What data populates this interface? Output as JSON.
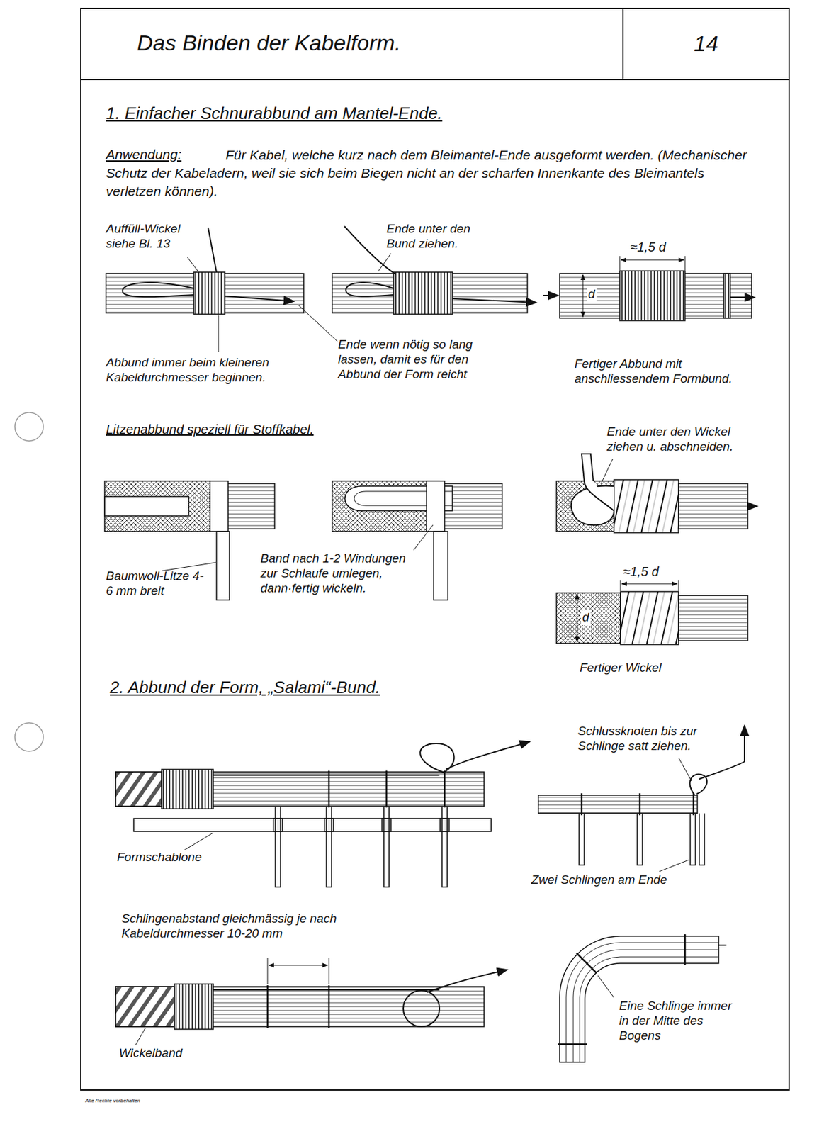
{
  "diagram": {
    "title": "Das Binden der Kabelform.",
    "labels": [
      "14",
      "1. Einfacher Schnurabbund am Mantel-Ende.",
      "Anwendung:",
      "Für Kabel, welche kurz nach dem Bleimantel-Ende ausgeformt werden. (Mechanischer Schutz der Kabeladern, weil sie sich beim Biegen nicht an der scharfen Innenkante des Bleimantels verletzen können).",
      "Auffüll-Wickel siehe Bl. 13",
      "Ende unter den Bund ziehen.",
      "≈1,5 d",
      "d",
      "Abbund immer beim kleineren Kabeldurchmesser beginnen.",
      "Ende wenn nötig so lang lassen, damit es für den Abbund der Form reicht",
      "Fertiger Abbund mit anschliessendem Formbund.",
      "Litzenabbund speziell für Stoffkabel.",
      "Ende unter den Wickel ziehen u. abschneiden.",
      "Baumwoll-Litze 4-6 mm breit",
      "Band nach 1-2 Windungen zur Schlaufe umlegen, dann·fertig wickeln.",
      "≈1,5 d",
      "d",
      "Fertiger Wickel",
      "2. Abbund der Form, „Salami“-Bund.",
      "Schlussknoten bis zur Schlinge satt ziehen.",
      "Formschablone",
      "Zwei Schlingen am Ende",
      "Schlingenabstand gleichmässig je nach Kabeldurchmesser 10-20 mm",
      "Wickelband",
      "Eine Schlinge immer in der Mitte des Bogens",
      "Alle Rechte vorbehalten"
    ]
  }
}
